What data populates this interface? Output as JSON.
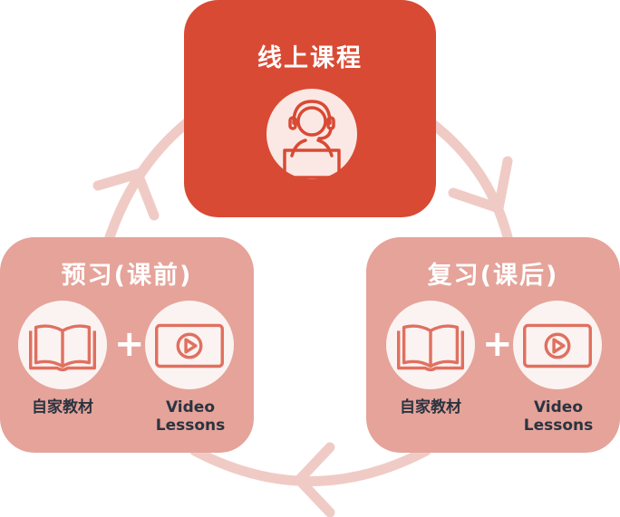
{
  "colors": {
    "primary": "#d94a34",
    "secondary": "#e5a39a",
    "icon_stroke": "#e07060",
    "arrow": "#f0cbc5",
    "circle_fill": "#fbf3f1",
    "label_text": "#2b3340"
  },
  "top": {
    "title": "线上课程",
    "icon": "headset-person-icon"
  },
  "left": {
    "title": "预习(课前)",
    "items": [
      {
        "icon": "open-book-icon",
        "label": "自家教材"
      },
      {
        "icon": "video-play-icon",
        "label_line1": "Video",
        "label_line2": "Lessons"
      }
    ],
    "plus": "+"
  },
  "right": {
    "title": "复习(课后)",
    "items": [
      {
        "icon": "open-book-icon",
        "label": "自家教材"
      },
      {
        "icon": "video-play-icon",
        "label_line1": "Video",
        "label_line2": "Lessons"
      }
    ],
    "plus": "+"
  }
}
